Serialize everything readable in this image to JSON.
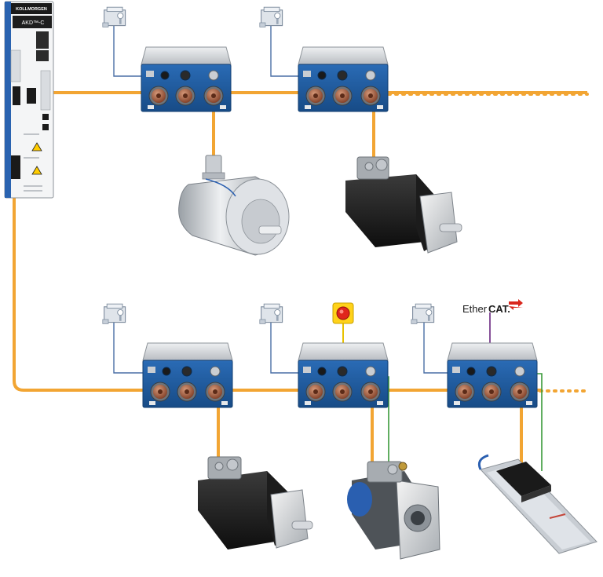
{
  "controller": {
    "brand": "KOLLMORGEN",
    "model": "AKD™-C"
  },
  "ethercat_logo": {
    "text_regular": "Ether",
    "text_bold": "CAT."
  },
  "colors": {
    "cable_orange": "#f2a533",
    "module_blue": "#1f5fa8",
    "module_blue_dark": "#174b86",
    "module_silver": "#d3d6da",
    "connector_copper": "#a35a3c",
    "sensor_line_blue": "#4a6fa5",
    "estop_line_yellow": "#e8c200",
    "ethercat_line_purple": "#7a3e8e",
    "feedback_line_green": "#3a9a3a",
    "estop_red": "#e0261c",
    "ethercat_red": "#d9261c"
  },
  "icons": {
    "sensor": "limit-switch-icon",
    "estop": "emergency-stop-icon"
  }
}
